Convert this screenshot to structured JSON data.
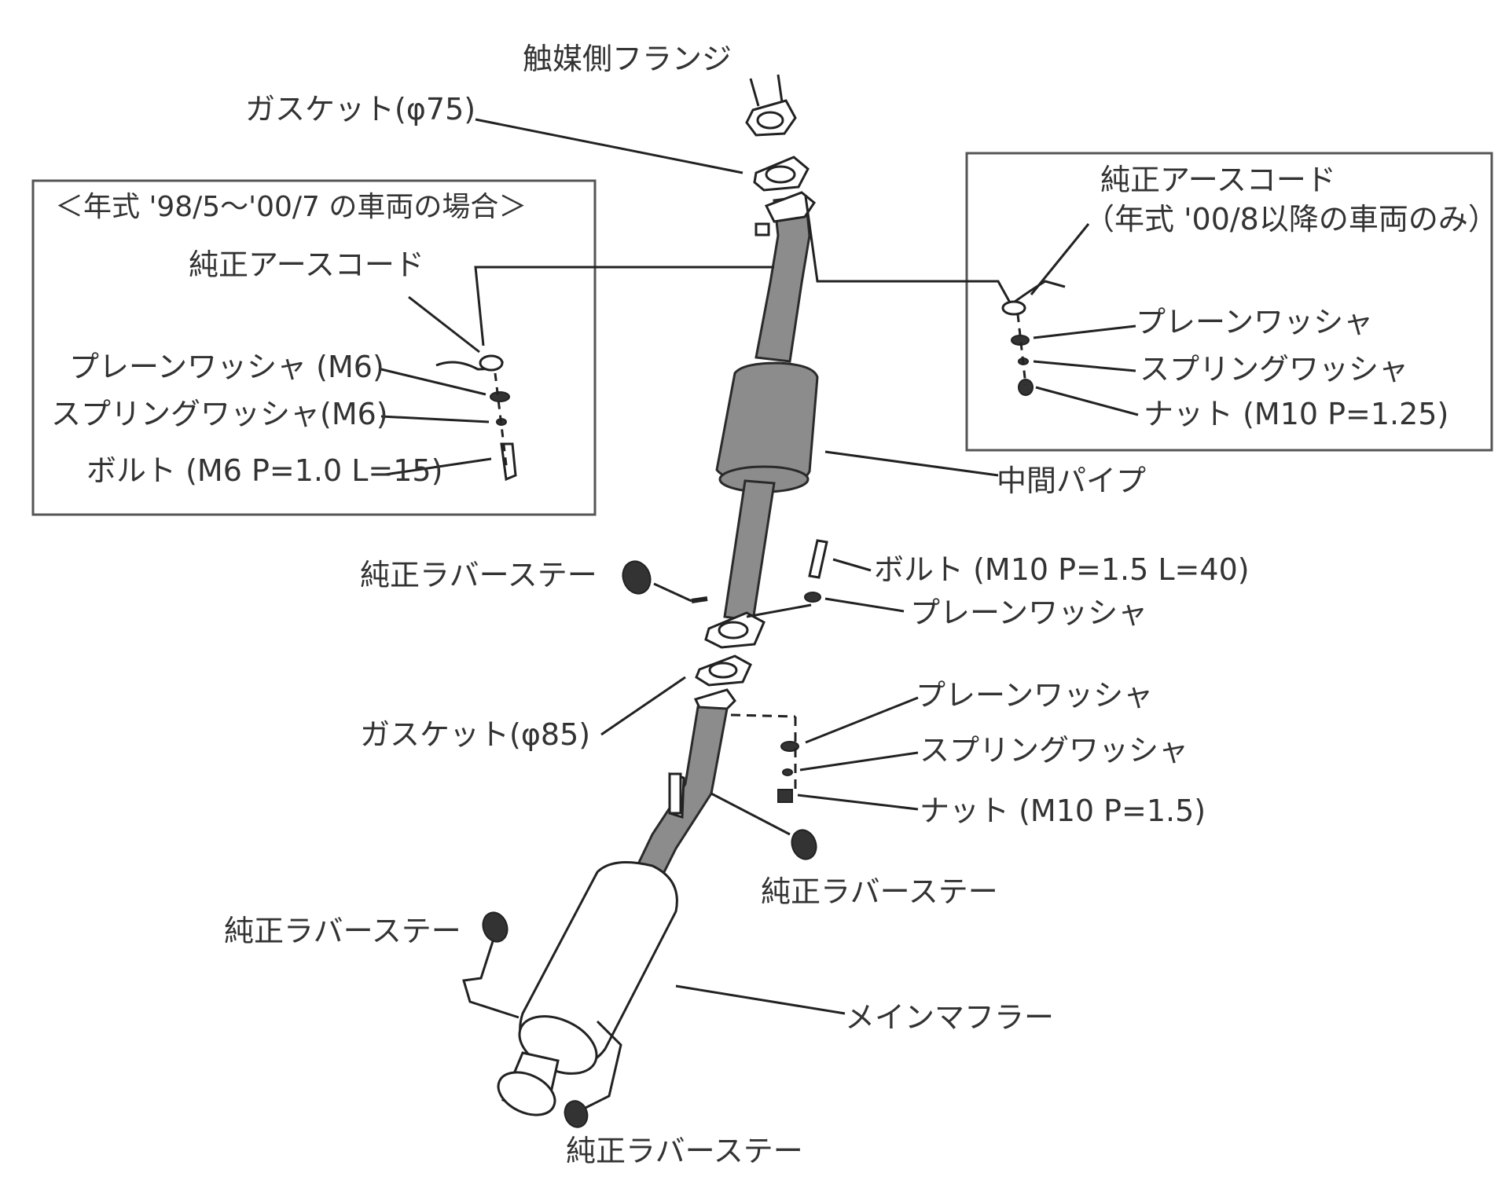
{
  "labels": {
    "catalyst_flange": "触媒側フランジ",
    "gasket_75": "ガスケット(φ75)",
    "left_box_title": "＜年式 '98/5～'00/7 の車両の場合＞",
    "left_ground_cord": "純正アースコード",
    "left_plain_washer": "プレーンワッシャ (M6)",
    "left_spring_washer": "スプリングワッシャ(M6)",
    "left_bolt": "ボルト (M6 P=1.0 L=15)",
    "right_ground_cord": "純正アースコード",
    "right_box_note": "（年式 '00/8以降の車両のみ）",
    "right_plain_washer": "プレーンワッシャ",
    "right_spring_washer": "スプリングワッシャ",
    "right_nut": "ナット (M10 P=1.25)",
    "mid_pipe": "中間パイプ",
    "rubber_stay_1": "純正ラバーステー",
    "bolt_m10": "ボルト (M10 P=1.5 L=40)",
    "plain_washer_1": "プレーンワッシャ",
    "plain_washer_2": "プレーンワッシャ",
    "spring_washer_2": "スプリングワッシャ",
    "nut_m10": "ナット (M10 P=1.5)",
    "gasket_85": "ガスケット(φ85)",
    "rubber_stay_2": "純正ラバーステー",
    "rubber_stay_3": "純正ラバーステー",
    "main_muffler": "メインマフラー",
    "rubber_stay_4": "純正ラバーステー"
  }
}
